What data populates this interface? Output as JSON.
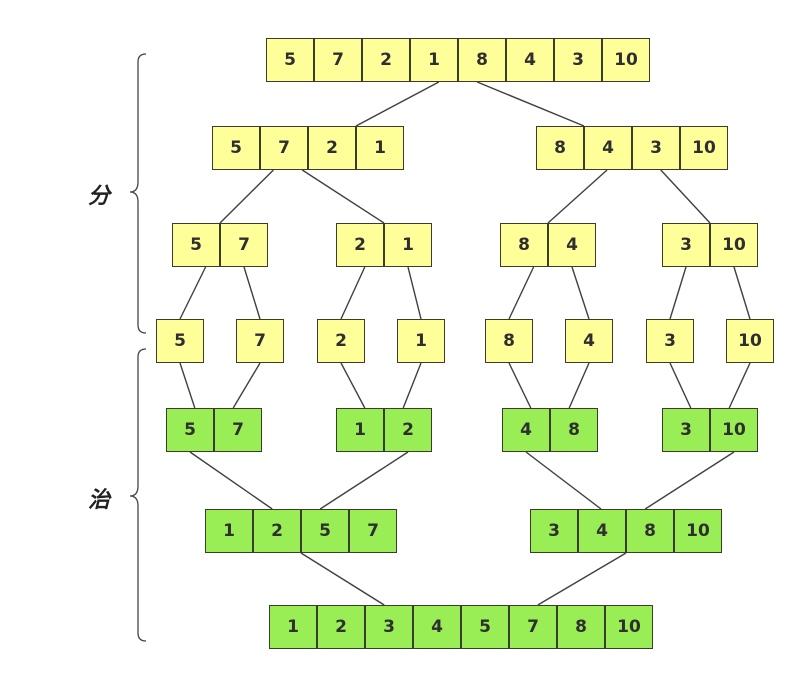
{
  "labels": {
    "divide": "分",
    "conquer": "治"
  },
  "colors": {
    "split_fill": "#ffff99",
    "merge_fill": "#99ee55",
    "border": "#3c3c2a",
    "line": "#404040"
  },
  "split_levels": [
    [
      [
        5,
        7,
        2,
        1,
        8,
        4,
        3,
        10
      ]
    ],
    [
      [
        5,
        7,
        2,
        1
      ],
      [
        8,
        4,
        3,
        10
      ]
    ],
    [
      [
        5,
        7
      ],
      [
        2,
        1
      ],
      [
        8,
        4
      ],
      [
        3,
        10
      ]
    ],
    [
      [
        5
      ],
      [
        7
      ],
      [
        2
      ],
      [
        1
      ],
      [
        8
      ],
      [
        4
      ],
      [
        3
      ],
      [
        10
      ]
    ]
  ],
  "merge_levels": [
    [
      [
        5,
        7
      ],
      [
        1,
        2
      ],
      [
        4,
        8
      ],
      [
        3,
        10
      ]
    ],
    [
      [
        1,
        2,
        5,
        7
      ],
      [
        3,
        4,
        8,
        10
      ]
    ],
    [
      [
        1,
        2,
        3,
        4,
        5,
        7,
        8,
        10
      ]
    ]
  ]
}
